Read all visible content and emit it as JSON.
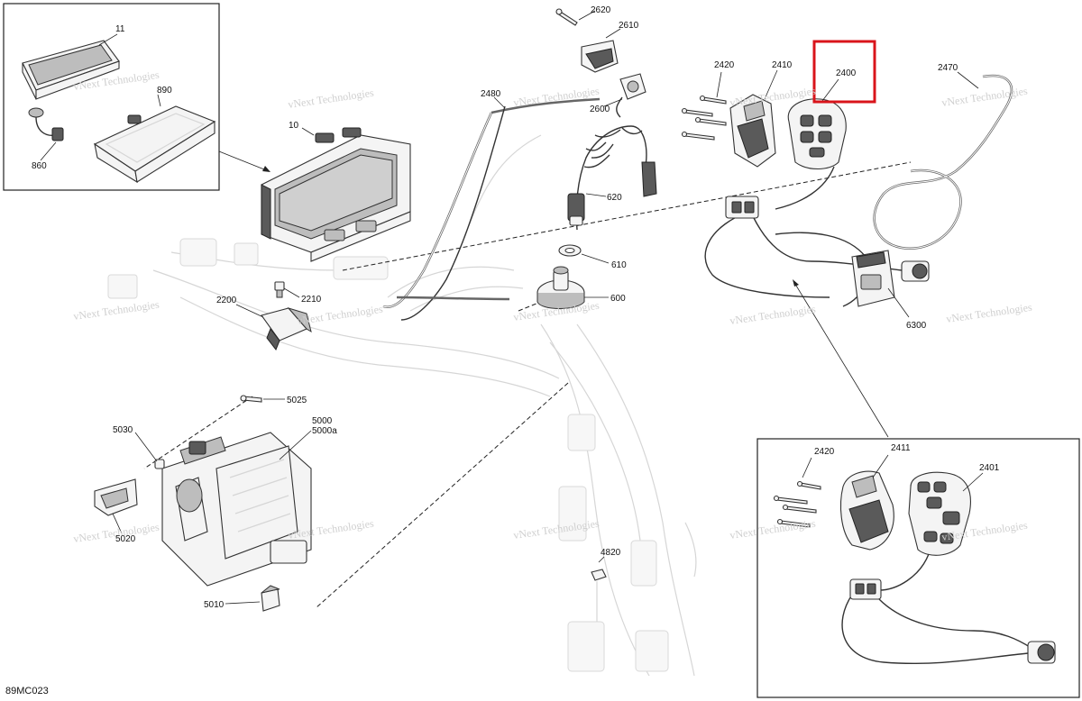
{
  "diagram_code": "89MC023",
  "watermark": "vNext Technologies",
  "highlight_color": "#d9141b",
  "highlighted_part": "2400",
  "parts": {
    "p11": "11",
    "p890": "890",
    "p860": "860",
    "p10": "10",
    "p2620": "2620",
    "p2610": "2610",
    "p2600": "2600",
    "p2480": "2480",
    "p620": "620",
    "p610": "610",
    "p600": "600",
    "p2420a": "2420",
    "p2410": "2410",
    "p2400": "2400",
    "p2470": "2470",
    "p6300": "6300",
    "p2200": "2200",
    "p2210": "2210",
    "p5025": "5025",
    "p5000": "5000",
    "p5000a": "5000a",
    "p5030": "5030",
    "p5020": "5020",
    "p5010": "5010",
    "p4820": "4820",
    "p2420b": "2420",
    "p2411": "2411",
    "p2401": "2401"
  }
}
